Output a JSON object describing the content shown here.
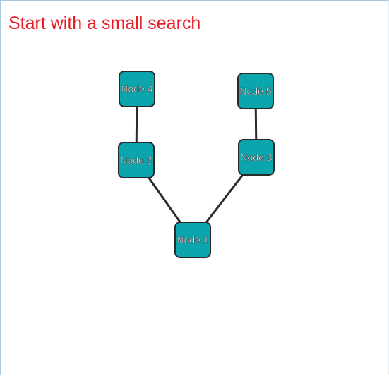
{
  "header": {
    "title": "Start with a small search"
  },
  "colors": {
    "title": "#e81e25",
    "node_fill": "#0aa5ad",
    "node_border": "#2a2a2a",
    "edge": "#2b2b2b"
  },
  "graph": {
    "nodes": [
      {
        "id": "n1",
        "label": "Node 1"
      },
      {
        "id": "n2",
        "label": "Node 2"
      },
      {
        "id": "n3",
        "label": "Node 3"
      },
      {
        "id": "n4",
        "label": "Node 4"
      },
      {
        "id": "n5",
        "label": "Node 5"
      }
    ],
    "edges": [
      {
        "from": "n1",
        "to": "n2"
      },
      {
        "from": "n1",
        "to": "n3"
      },
      {
        "from": "n2",
        "to": "n4"
      },
      {
        "from": "n3",
        "to": "n5"
      }
    ]
  }
}
